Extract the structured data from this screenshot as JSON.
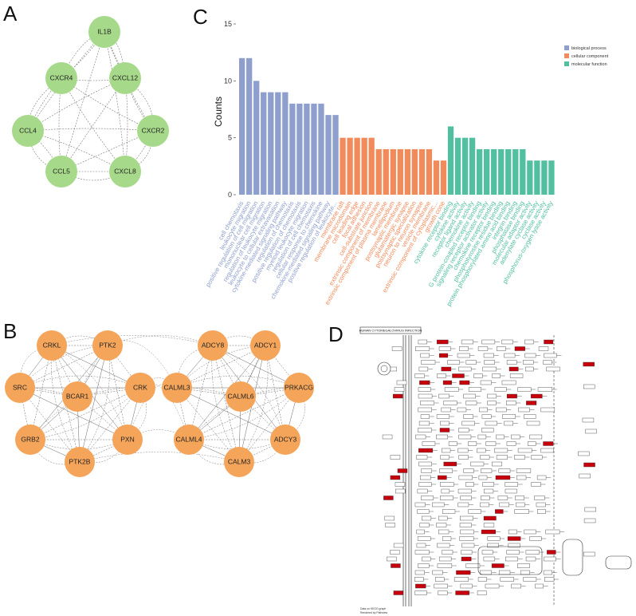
{
  "panels": {
    "a": "A",
    "b": "B",
    "c": "C",
    "d": "D"
  },
  "network_a": {
    "nodes": [
      "IL1B",
      "CXCL12",
      "CXCR2",
      "CXCL8",
      "CCL5",
      "CCL4",
      "CXCR4"
    ],
    "color": "#a6d98a"
  },
  "network_b": {
    "cluster_left": [
      "CRKL",
      "PTK2",
      "SRC",
      "BCAR1",
      "CRK",
      "GRB2",
      "PXN",
      "PTK2B"
    ],
    "cluster_right": [
      "ADCY8",
      "ADCY1",
      "CALML3",
      "CALML6",
      "PRKACG",
      "CALML4",
      "ADCY3",
      "CALM3"
    ],
    "color": "#f5a55a"
  },
  "chart_data": {
    "type": "bar",
    "ylabel": "Counts",
    "ylim": [
      0,
      15
    ],
    "yticks": [
      0,
      5,
      10,
      15
    ],
    "grid": false,
    "legend_position": "top-right",
    "series": [
      {
        "name": "biological process",
        "color": "#8e9fcd",
        "categories": [
          "cell chemotaxis",
          "leukocyte migration",
          "positive regulation of cell migration",
          "mononuclear cell migration",
          "regulation of leukocyte migration",
          "leukocyte to cellular extravasation",
          "cytokine-mediated signaling pathway",
          "regulation of chemotaxis",
          "positive regulation of chemotaxis",
          "myeloid leukocyte migration",
          "regulation of cell chemotaxis",
          "cellular response to chemokine",
          "chemokine-mediated signaling pathway",
          "positive regulation of leukocyte..."
        ],
        "values": [
          12,
          12,
          10,
          9,
          9,
          9,
          9,
          8,
          8,
          8,
          8,
          8,
          7,
          7
        ]
      },
      {
        "name": "cellular component",
        "color": "#f28b5b",
        "categories": [
          "membrane raft",
          "membrane microdomain",
          "cell leading edge",
          "focal adhesion",
          "cell-substrate junction",
          "extrinsic component of membrane",
          "extrinsic component of plasma membrane",
          "lamellipodium",
          "postsynaptic membrane",
          "glutamatergic synapse",
          "postsynaptic specialization",
          "neuron to neuron synapse",
          "vesicle membrane",
          "extrinsic component of cytoplasmic...",
          "growth cone"
        ],
        "values": [
          5,
          5,
          5,
          5,
          5,
          4,
          4,
          4,
          4,
          4,
          4,
          4,
          4,
          3,
          3
        ]
      },
      {
        "name": "molecular function",
        "color": "#52c0a0",
        "categories": [
          "cytokine receptor binding",
          "cytokine activity",
          "receptor ligand activity",
          "chemokine activity",
          "G protein-coupled receptor binding",
          "signaling receptor activator activity",
          "chemokine receptor binding",
          "phosphotyrosine residue binding",
          "protein phosphorylated amino acid binding",
          "integrin binding",
          "phosphatase binding",
          "molecular adaptor activity",
          "adenylate cyclase activity",
          "cyclase activity",
          "phosphorus-oxygen lyase activity"
        ],
        "values": [
          6,
          5,
          5,
          5,
          4,
          4,
          4,
          4,
          4,
          4,
          4,
          3,
          3,
          3,
          3
        ]
      }
    ]
  },
  "kegg": {
    "title": "HUMAN CYTOMEGALOVIRUS INFECTION",
    "footer_line1": "Data on KEGG graph",
    "footer_line2": "Rendered by Pathview"
  }
}
